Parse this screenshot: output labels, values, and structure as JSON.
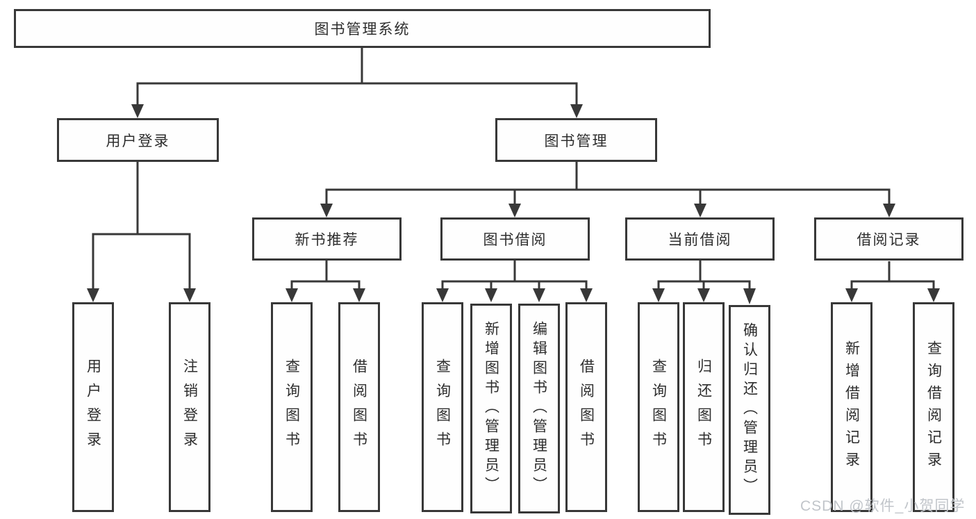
{
  "diagram_type": "hierarchy-tree",
  "colors": {
    "line": "#383838",
    "box_border": "#383838",
    "box_fill": "#fefefe",
    "text": "#2d2d2d",
    "watermark": "#c1c5ca",
    "background": "#ffffff"
  },
  "nodes": {
    "root": "图书管理系统",
    "l2": [
      "用户登录",
      "图书管理"
    ],
    "l3": [
      "新书推荐",
      "图书借阅",
      "当前借阅",
      "借阅记录"
    ],
    "l4_login": [
      "用户登录",
      "注销登录"
    ],
    "l4_new_book": [
      "查询图书",
      "借阅图书"
    ],
    "l4_book_borrow": [
      "查询图书",
      "新增图书（管理员）",
      "编辑图书（管理员）",
      "借阅图书"
    ],
    "l4_current_borrow": [
      "查询图书",
      "归还图书",
      "确认归还（管理员）"
    ],
    "l4_borrow_records": [
      "新增借阅记录",
      "查询借阅记录"
    ]
  },
  "watermark": {
    "text": "CSDN @软件_小贺同学"
  }
}
